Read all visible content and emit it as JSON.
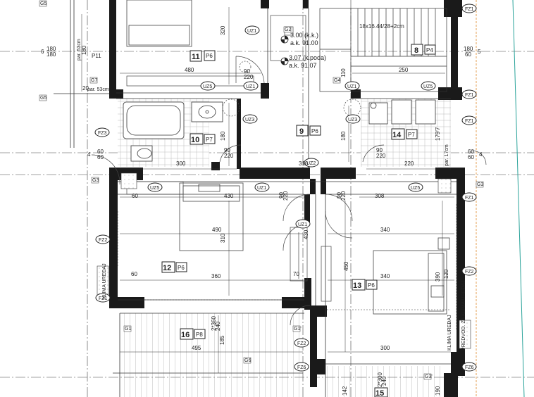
{
  "title_block": {},
  "level_markers": [
    {
      "line1": "3.00 (k.k.)",
      "line2": "a.k. 91.00"
    },
    {
      "line1": "3.07 (k.poda)",
      "line2": "a.k. 91.07"
    }
  ],
  "stair_label": "18x16.44/28+2cm",
  "rooms": [
    {
      "number": "11",
      "code": "P6"
    },
    {
      "number": "8",
      "code": "P4"
    },
    {
      "number": "10",
      "code": "P7"
    },
    {
      "number": "9",
      "code": "P6"
    },
    {
      "number": "14",
      "code": "P7"
    },
    {
      "number": "12",
      "code": "P6"
    },
    {
      "number": "13",
      "code": "P6"
    },
    {
      "number": "16",
      "code": "P8"
    },
    {
      "number": "15",
      "code": ""
    }
  ],
  "room_extra": {
    "p11": "P11"
  },
  "door_tags": {
    "uz1": "UZ1",
    "uz3": "UZ3",
    "uz5": "UZ5",
    "uz2": "UZ2"
  },
  "window_tags": {
    "fz1": "FZ1",
    "fz2": "FZ2",
    "fz3": "FZ3",
    "fz6": "FZ6"
  },
  "small_tags": {
    "g1": "G1",
    "g2": "G2",
    "g3": "G3",
    "g4": "G4",
    "g5": "G5",
    "g6": "G6",
    "g7": "G7",
    "g1p": "G1'",
    "g3p": "G3'"
  },
  "grid_labels": {
    "left6": "6",
    "right5": "5",
    "left4": "4",
    "right4": "4"
  },
  "dims": {
    "d180a": "180",
    "d180b": "180",
    "d180c": "180",
    "d60a": "60",
    "d60b": "60",
    "d60c": "60",
    "d60d": "60",
    "d60e": "60",
    "d60f": "60",
    "d480": "480",
    "d320": "320",
    "d250": "250",
    "d220a": "220",
    "d220b": "220",
    "d220c": "220",
    "d220d": "220",
    "d220e": "220",
    "d300a": "300",
    "d300b": "300",
    "d310": "310",
    "d430": "430",
    "d308": "308",
    "d490": "490",
    "d340a": "340",
    "d340b": "340",
    "d360": "360",
    "d495": "495",
    "d450": "450",
    "d180v": "180",
    "d20": "20",
    "d90a": "90",
    "d90b": "90",
    "d90c": "90",
    "d110": "110",
    "d120": "120",
    "d430v": "430",
    "d70": "70",
    "d310v": "310",
    "d390": "390",
    "d320v": "320",
    "d185": "185",
    "d240": "240",
    "d2x360": "2*360",
    "d2x300": "2*300",
    "d1797": "179'7",
    "d142": "142",
    "d190": "190",
    "d120b": "120"
  },
  "notes": {
    "par53": "par. 53cm",
    "par53b": "par. 53cm",
    "par17": "par. 17cm",
    "klima": "KLIMA UREĐAJ",
    "klima2": "KLIMA UREĐAJ",
    "rebar": "PREDVOD. ZA KLIMA UREĐAJ"
  },
  "colors": {
    "wall": "#1a1a1a",
    "grid_teal": "#2aa39a",
    "grid_orange": "#e0892c",
    "line": "#333333"
  }
}
